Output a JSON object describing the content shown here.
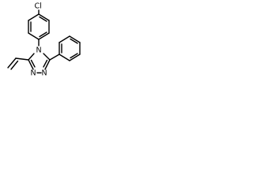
{
  "molecule": {
    "atoms": {
      "chlorine": "Cl",
      "n4": "N",
      "n2": "N",
      "n1": "N"
    }
  }
}
